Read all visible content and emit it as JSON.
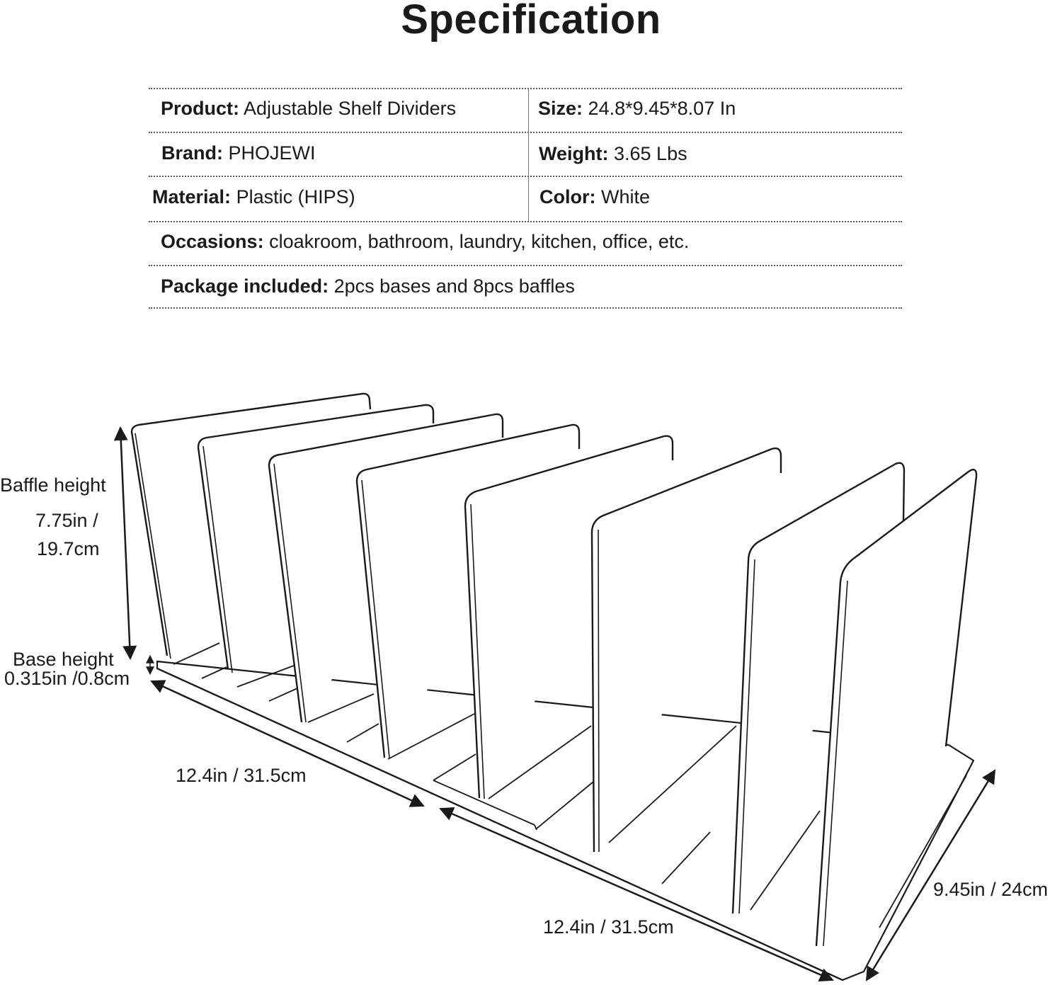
{
  "title": "Specification",
  "spec": {
    "product": {
      "label": "Product:",
      "value": "Adjustable Shelf Dividers"
    },
    "size": {
      "label": "Size:",
      "value": "24.8*9.45*8.07 In"
    },
    "brand": {
      "label": "Brand:",
      "value": "PHOJEWI"
    },
    "weight": {
      "label": "Weight:",
      "value": "3.65 Lbs"
    },
    "material": {
      "label": "Material:",
      "value": "Plastic (HIPS)"
    },
    "color": {
      "label": "Color:",
      "value": "White"
    },
    "occasions": {
      "label": "Occasions:",
      "value": "cloakroom, bathroom, laundry, kitchen, office, etc."
    },
    "package": {
      "label": "Package included:",
      "value": "2pcs bases and 8pcs baffles"
    }
  },
  "dimensions": {
    "baffle_height_label": "Baffle height",
    "baffle_height_in": "7.75in /",
    "baffle_height_cm": "19.7cm",
    "base_height_label": "Base height",
    "base_height_value": "0.315in /0.8cm",
    "length_left": "12.4in / 31.5cm",
    "length_right": "12.4in / 31.5cm",
    "depth": "9.45in / 24cm"
  }
}
